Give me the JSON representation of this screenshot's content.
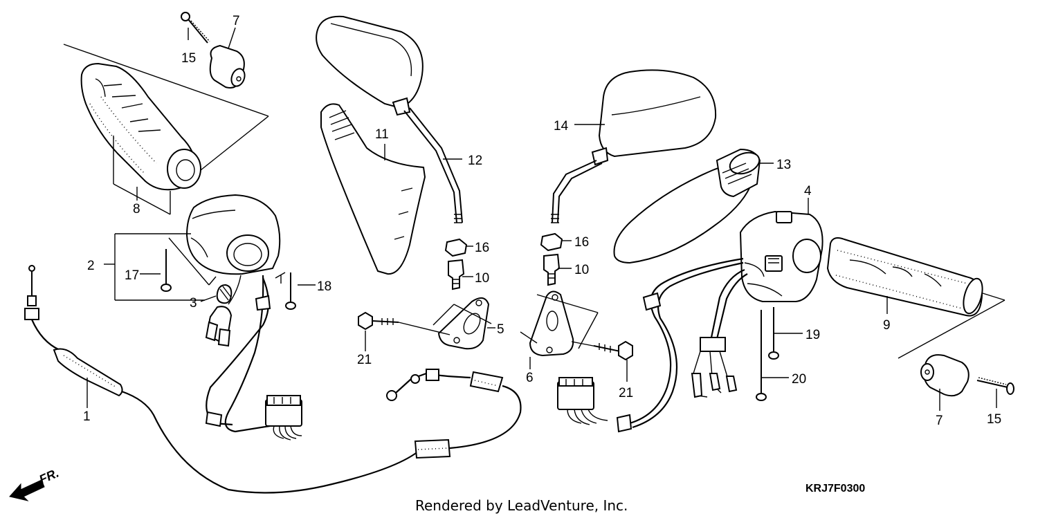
{
  "diagram": {
    "callouts": [
      {
        "id": "c-15-left",
        "text": "15"
      },
      {
        "id": "c-7-left",
        "text": "7"
      },
      {
        "id": "c-8",
        "text": "8"
      },
      {
        "id": "c-2",
        "text": "2"
      },
      {
        "id": "c-17",
        "text": "17"
      },
      {
        "id": "c-3",
        "text": "3"
      },
      {
        "id": "c-18",
        "text": "18"
      },
      {
        "id": "c-1",
        "text": "1"
      },
      {
        "id": "c-11",
        "text": "11"
      },
      {
        "id": "c-12",
        "text": "12"
      },
      {
        "id": "c-16-left",
        "text": "16"
      },
      {
        "id": "c-10-left",
        "text": "10"
      },
      {
        "id": "c-5",
        "text": "5"
      },
      {
        "id": "c-21-left",
        "text": "21"
      },
      {
        "id": "c-14",
        "text": "14"
      },
      {
        "id": "c-13",
        "text": "13"
      },
      {
        "id": "c-16-right",
        "text": "16"
      },
      {
        "id": "c-10-right",
        "text": "10"
      },
      {
        "id": "c-6",
        "text": "6"
      },
      {
        "id": "c-21-right",
        "text": "21"
      },
      {
        "id": "c-4",
        "text": "4"
      },
      {
        "id": "c-9",
        "text": "9"
      },
      {
        "id": "c-19",
        "text": "19"
      },
      {
        "id": "c-20",
        "text": "20"
      },
      {
        "id": "c-7-right",
        "text": "7"
      },
      {
        "id": "c-15-right",
        "text": "15"
      }
    ],
    "front_marker": "FR.",
    "diagram_code": "KRJ7F0300",
    "footer": "Rendered by LeadVenture, Inc."
  }
}
